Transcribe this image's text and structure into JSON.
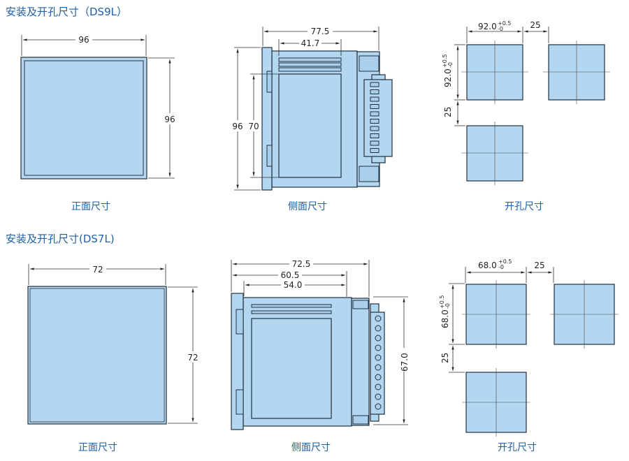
{
  "sections": [
    {
      "title": "安装及开孔尺寸（DS9L）",
      "front": {
        "caption": "正面尺寸",
        "width": "96",
        "height": "96"
      },
      "side": {
        "caption": "侧面尺寸",
        "total_depth": "77.5",
        "inner_depth": "41.7",
        "height": "96",
        "window_height": "70"
      },
      "cutout": {
        "caption": "开孔尺寸",
        "size": "92.0",
        "tol_plus": "+0.5",
        "tol_minus": "-0",
        "spacing_h": "25",
        "spacing_v": "25"
      }
    },
    {
      "title": "安装及开孔尺寸(DS7L)",
      "front": {
        "caption": "正面尺寸",
        "width": "72",
        "height": "72"
      },
      "side": {
        "caption": "侧面尺寸",
        "total_depth": "72.5",
        "mid_depth": "60.5",
        "inner_depth": "54.0",
        "terminal_height": "67.0"
      },
      "cutout": {
        "caption": "开孔尺寸",
        "size": "68.0",
        "tol_plus": "+0.5",
        "tol_minus": "-0",
        "spacing_h": "25",
        "spacing_v": "25"
      }
    }
  ],
  "colors": {
    "body": "#b4d7f1",
    "outline": "#22313f",
    "caption": "#1f5fa8"
  }
}
